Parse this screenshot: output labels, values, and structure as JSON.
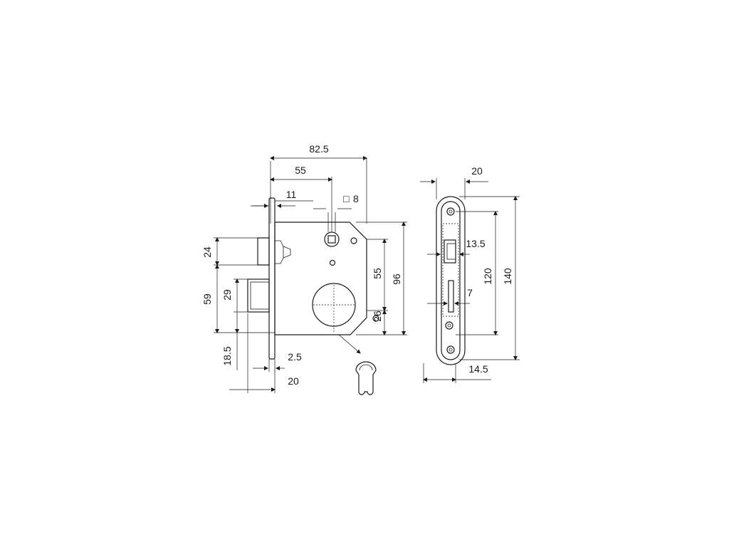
{
  "front_view": {
    "case_length": "82.5",
    "backset": "55",
    "forend_to_follower": "11",
    "spindle_square": "8",
    "spindle_square_symbol": "□",
    "latch_height": "24",
    "latch_to_bolt": "59",
    "bolt_height": "29",
    "bolt_offset": "18.5",
    "bolt_throw": "2.5",
    "forend_width": "20",
    "centre_distance": "55",
    "case_height": "96",
    "cylinder_offset": "26"
  },
  "side_view": {
    "forend_width": "20",
    "latch_width": "13.5",
    "bolt_width": "7",
    "screw_distance": "120",
    "forend_length": "140",
    "plate_width": "14.5"
  }
}
